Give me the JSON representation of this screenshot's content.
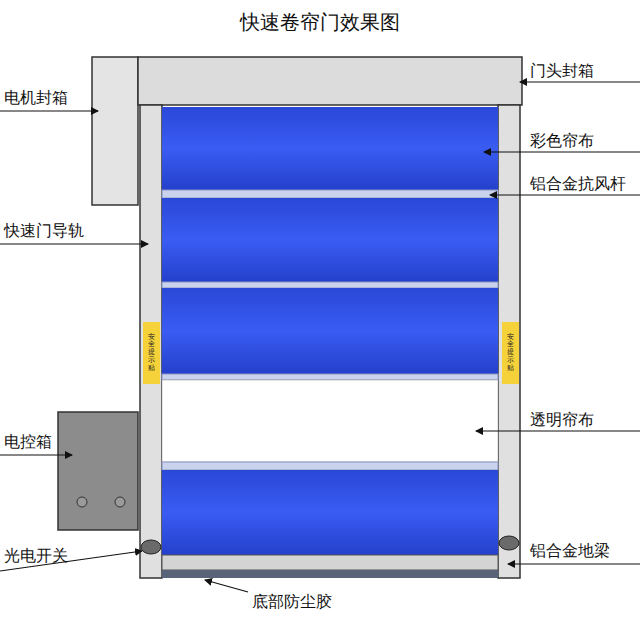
{
  "diagram": {
    "title": "快速卷帘门效果图",
    "nodes": [
      {
        "text": [
          "安全提示贴"
        ]
      },
      {
        "text": [
          "安全提示贴"
        ]
      }
    ],
    "labels": [
      "电机封箱",
      "门头封箱",
      "彩色帘布",
      "铝合金抗风杆",
      "快速门导轨",
      "透明帘布",
      "电控箱",
      "光电开关",
      "铝合金地梁",
      "底部防尘胶"
    ]
  }
}
